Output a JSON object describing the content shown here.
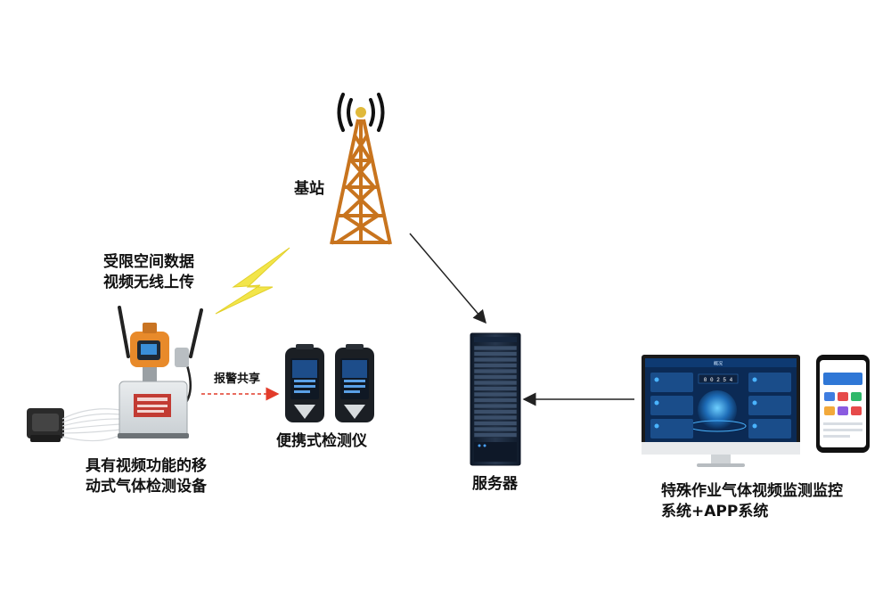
{
  "labels": {
    "base_station": "基站",
    "upload_line1": "受限空间数据",
    "upload_line2": "视频无线上传",
    "alarm_share": "报警共享",
    "portable": "便携式检测仪",
    "mobile_line1": "具有视频功能的移",
    "mobile_line2": "动式气体检测设备",
    "server": "服务器",
    "system_line1": "特殊作业气体视频监测监控",
    "system_line2": "系统+APP系统"
  },
  "monitor_screen": {
    "title": "概况",
    "counter": "0 0 2 5 4"
  },
  "colors": {
    "tower": "#c8741e",
    "lightning": "#f2e54a",
    "alarm_arrow": "#e23b2a",
    "arrow": "#222222",
    "screen_bg": "#0b2a55"
  }
}
